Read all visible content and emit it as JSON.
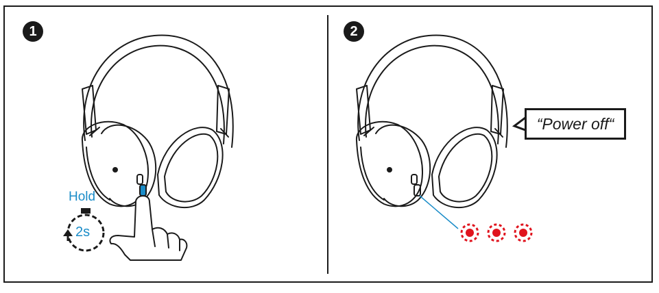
{
  "panels": [
    {
      "step": "1",
      "hold_label": "Hold",
      "timer_label": "2s"
    },
    {
      "step": "2",
      "speech": "“Power off“",
      "led_count": 3
    }
  ],
  "colors": {
    "line": "#1a1a1a",
    "accent": "#1a8cc8",
    "led": "#e0141e"
  }
}
